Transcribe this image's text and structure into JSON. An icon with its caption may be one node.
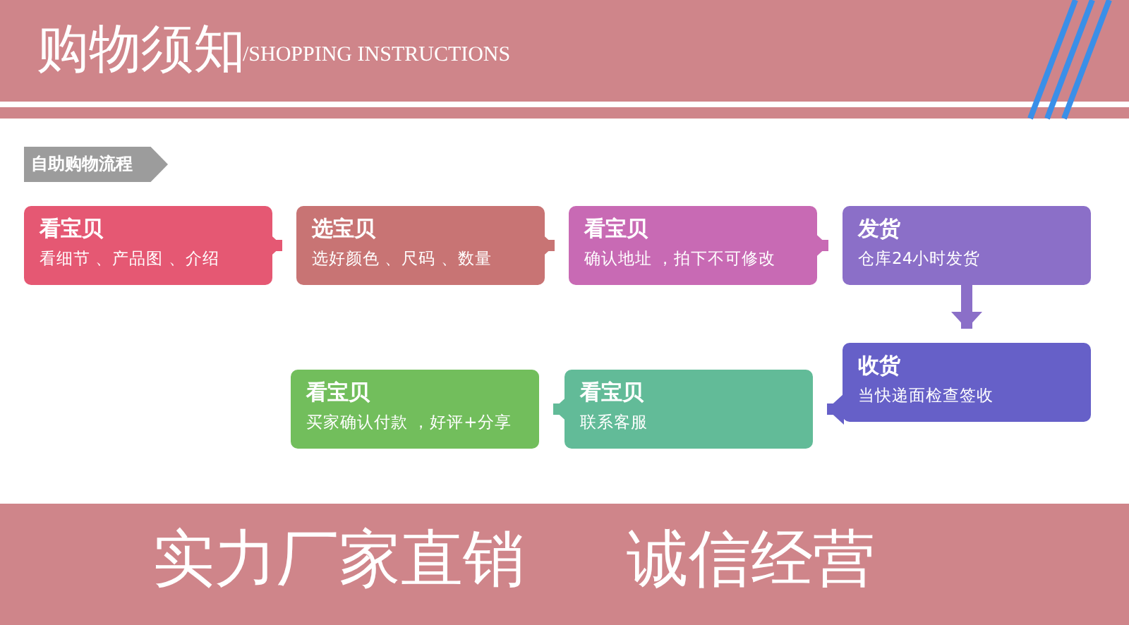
{
  "diagram": {
    "title": "购物须知",
    "nodes": [
      {
        "text": [
          "自助购物流程"
        ]
      },
      {
        "text": [
          "看宝贝",
          "看细节 、产品图 、介绍"
        ]
      },
      {
        "text": [
          "选宝贝",
          "选好颜色 、尺码 、数量"
        ]
      },
      {
        "text": [
          "看宝贝",
          "确认地址 ，拍下不可修改"
        ]
      },
      {
        "text": [
          "发货",
          "仓库24小时发货"
        ]
      },
      {
        "text": [
          "收货",
          "当快递面检查签收"
        ]
      },
      {
        "text": [
          "看宝贝",
          "联系客服"
        ]
      },
      {
        "text": [
          "看宝贝",
          "买家确认付款 ，好评+分享"
        ]
      }
    ],
    "edges": [
      {
        "from": 1,
        "to": 2,
        "arrow": "to",
        "color": "#e55873"
      },
      {
        "from": 2,
        "to": 3,
        "arrow": "to",
        "color": "#c87474"
      },
      {
        "from": 3,
        "to": 4,
        "arrow": "to",
        "color": "#c86ab4"
      },
      {
        "from": 4,
        "to": 5,
        "arrow": "to",
        "color": "#8b6fc8"
      },
      {
        "from": 5,
        "to": 6,
        "arrow": "to",
        "color": "#6660c8"
      },
      {
        "from": 6,
        "to": 7,
        "arrow": "to",
        "color": "#62bb98"
      }
    ],
    "labels": [
      "/SHOPPING INSTRUCTIONS",
      "实力厂家直销",
      "诚信经营"
    ]
  }
}
